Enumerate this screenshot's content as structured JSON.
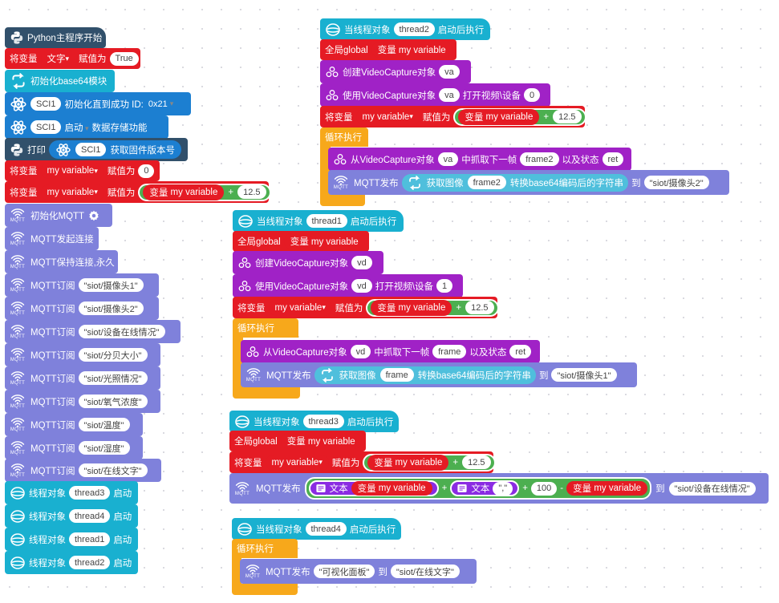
{
  "main": {
    "start": "Python主程序开始",
    "set_var": "将变量",
    "assign": "赋值为",
    "var_text": "文字",
    "val_true": "True",
    "base64_init": "初始化base64模块",
    "sci_init_label": "初始化直到成功 ID:",
    "sci_id": "0x21",
    "sci_name": "SCI1",
    "sci_start": "启动",
    "sci_storage": "数据存储功能",
    "print": "打印",
    "get_fw": "获取固件版本号",
    "var_name": "my variable",
    "zero": "0",
    "var_label": "变量",
    "plus": "+",
    "num_12_5": "12.5",
    "mqtt_init": "初始化MQTT",
    "mqtt_connect": "MQTT发起连接",
    "mqtt_keep": "MQTT保持连接,永久",
    "mqtt_sub": "MQTT订阅",
    "topics": [
      "\"siot/摄像头1\"",
      "\"siot/摄像头2\"",
      "\"siot/设备在线情况\"",
      "\"siot/分贝大小\"",
      "\"siot/光照情况\"",
      "\"siot/氧气浓度\"",
      "\"siot/温度\"",
      "\"siot/湿度\"",
      "\"siot/在线文字\""
    ],
    "thread_obj": "线程对象",
    "thread_start": "启动",
    "threads": [
      "thread3",
      "thread4",
      "thread1",
      "thread2"
    ]
  },
  "thread2": {
    "when": "当线程对象",
    "after": "启动后执行",
    "name": "thread2",
    "global": "全局global",
    "global_var": "变量 my variable",
    "create_vc": "创建VideoCapture对象",
    "obj": "va",
    "use_vc": "使用VideoCapture对象",
    "open_dev": "打开视频\\设备",
    "dev": "0",
    "loop": "循环执行",
    "from_vc": "从VideoCapture对象",
    "grab": "中抓取下一帧",
    "frame": "frame2",
    "and_status": "以及状态",
    "ret": "ret",
    "mqtt_pub": "MQTT发布",
    "get_img": "获取图像",
    "convert": "转换base64编码后的字符串",
    "to": "到",
    "topic": "\"siot/摄像头2\""
  },
  "thread1": {
    "name": "thread1",
    "obj": "vd",
    "dev": "1",
    "frame": "frame",
    "topic": "\"siot/摄像头1\""
  },
  "thread3": {
    "name": "thread3",
    "text": "文本",
    "comma": "\",\"",
    "minus": "-",
    "num_100": "100",
    "topic": "\"siot/设备在线情况\""
  },
  "thread4": {
    "name": "thread4",
    "msg": "\"可视化面板\"",
    "topic": "\"siot/在线文字\""
  },
  "icons": {
    "python": "python-icon",
    "loop": "loop-icon",
    "atom": "atom-icon",
    "wifi": "wifi-icon",
    "thread": "thread-icon",
    "camera": "camera-icon",
    "gear": "gear-icon",
    "text": "text-icon"
  },
  "colors": {
    "python_block": "#31506b",
    "variable_block": "#e51b24",
    "base64_block": "#19b0d0",
    "sensor_block": "#1c7fd1",
    "mqtt_block": "#7f81db",
    "video_block": "#a022c6",
    "loop_block": "#f7a81b",
    "math_block": "#4caf50"
  }
}
